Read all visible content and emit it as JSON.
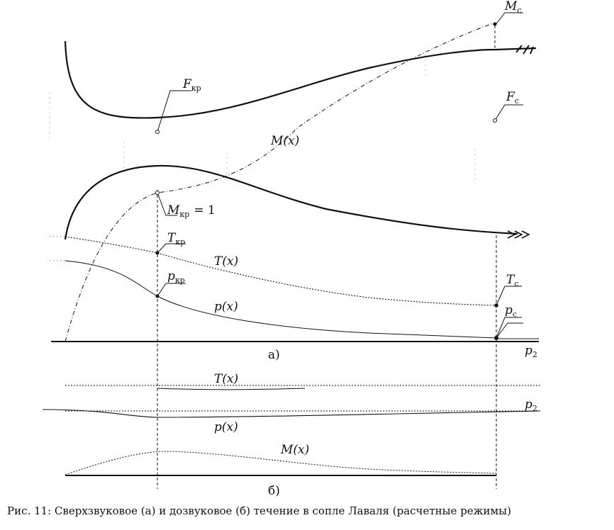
{
  "panel_a": {
    "panel_label": "а)",
    "labels": {
      "M_c": "M",
      "M_c_sub": "с",
      "F_kr": "F",
      "F_kr_sub": "кр",
      "F_c": "F",
      "F_c_sub": "с",
      "M_x": "M(x)",
      "M_kr": "M",
      "M_kr_sub": "кр",
      "M_kr_eq": "= 1",
      "T_kr": "T",
      "T_kr_sub": "кр",
      "T_x": "T(x)",
      "p_kr": "p",
      "p_kr_sub": "кр",
      "p_x": "p(x)",
      "T_c": "T",
      "T_c_sub": "с",
      "p_c": "p",
      "p_c_sub": "с",
      "p2": "p",
      "p2_sub": "2"
    }
  },
  "panel_b": {
    "panel_label": "б)",
    "labels": {
      "T_x": "T(x)",
      "p_x": "p(x)",
      "M_x": "M(x)",
      "p2": "p",
      "p2_sub": "2"
    }
  },
  "caption": "Рис. 11: Сверхзвуковое (а) и дозвуковое (б) течение в сопле Лаваля (расчетные режимы)"
}
